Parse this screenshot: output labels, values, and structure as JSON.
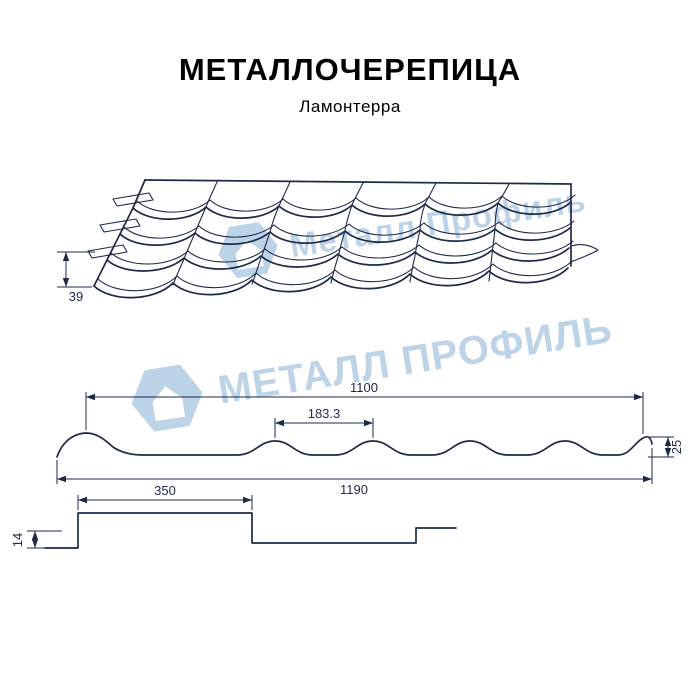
{
  "page": {
    "title": "МЕТАЛЛОЧЕРЕПИЦА",
    "subtitle": "Ламонтерра"
  },
  "watermark": {
    "upper_text": "Металл Профиль",
    "lower_text": "МЕТАЛЛ ПРОФИЛЬ"
  },
  "colors": {
    "line": "#1e2a47",
    "watermark": "#b5cfe6"
  },
  "drawings": {
    "perspective": {
      "dim_front_height": "39"
    },
    "cross_section": {
      "dim_cover_width": "1100",
      "dim_wave_pitch": "183.3",
      "dim_profile_height": "25",
      "dim_overall_width": "1190"
    },
    "longitudinal": {
      "dim_module_length": "350",
      "dim_step_height": "14"
    }
  }
}
